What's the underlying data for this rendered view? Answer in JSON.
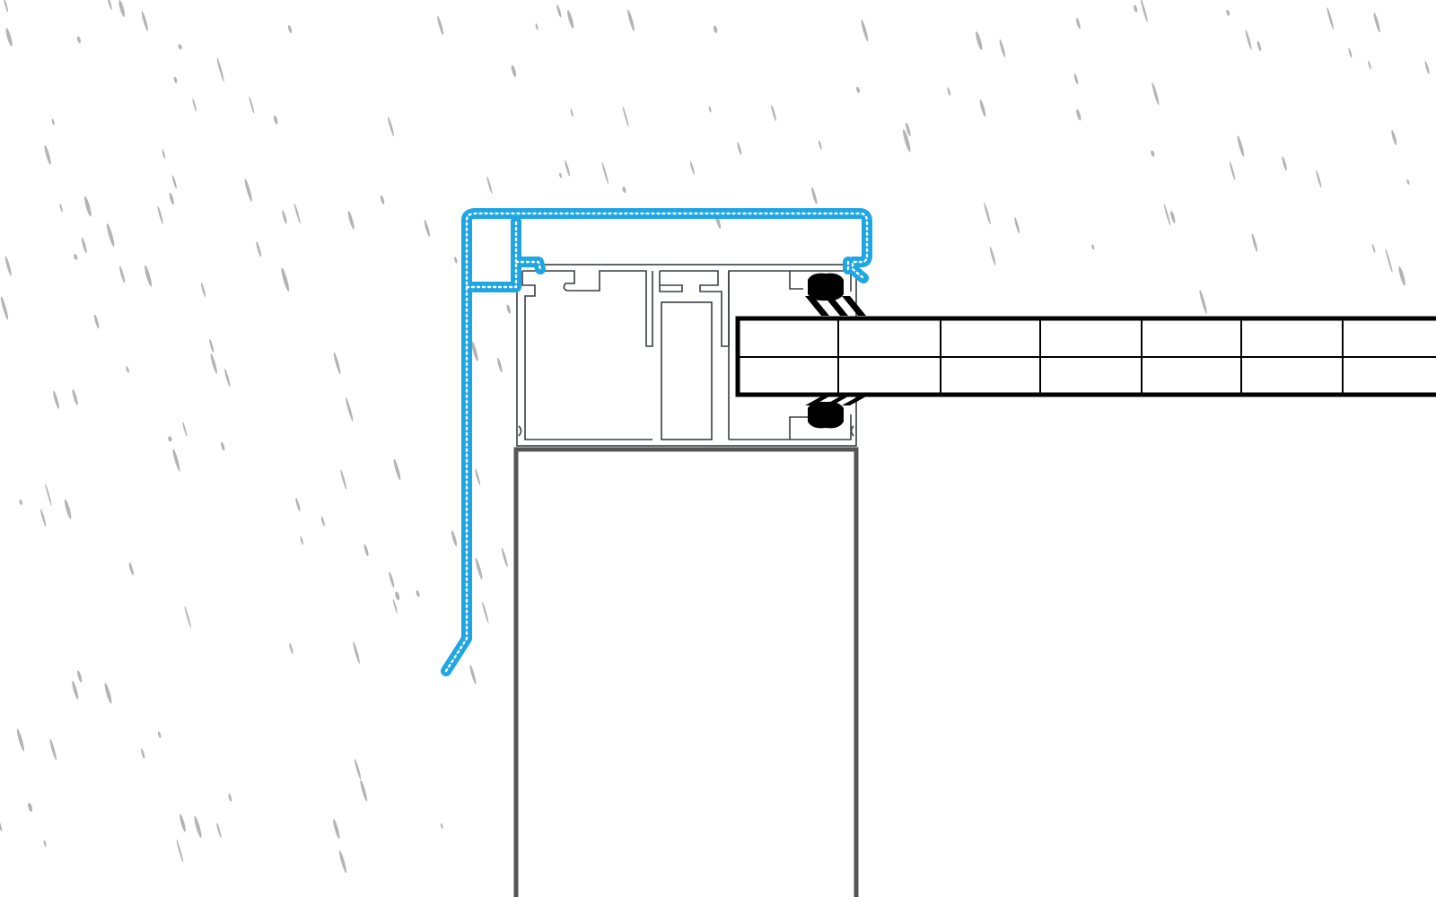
{
  "diagram": {
    "colors": {
      "background": "#ffffff",
      "flashing_cap": "#1ea5e3",
      "frame_profile": "#3a3f44",
      "wall": "#555555",
      "panel": "#000000",
      "gasket": "#000000",
      "rain": "#b4b4b4"
    },
    "parts": [
      "rain",
      "flashing-cap",
      "frame-profile",
      "gaskets",
      "multiwall-panel",
      "wall"
    ]
  }
}
